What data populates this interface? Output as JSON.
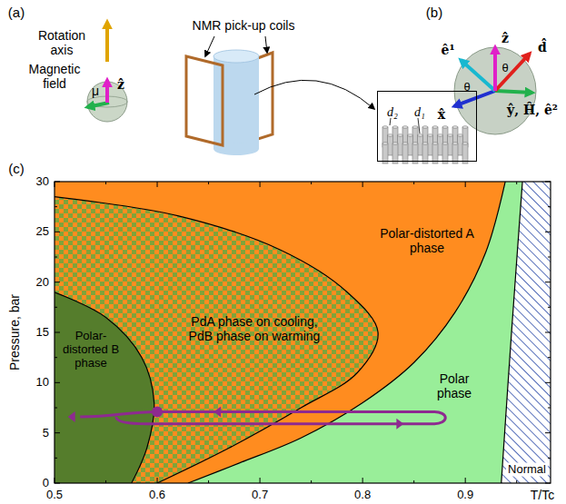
{
  "diagram": {
    "nodes": [
      {
        "text": [
          "d₂",
          "d₁"
        ]
      }
    ],
    "labels": [
      "(a)",
      "Rotation axis",
      "Magnetic field",
      "μ",
      "ẑ",
      "NMR pick-up coils",
      "(b)",
      "ẑ",
      "d̂",
      "θ",
      "ê¹",
      "θ",
      "x̂",
      "ŷ, Ĥ, ê²",
      "(c)",
      "Polar-distorted A phase",
      "PdA phase on cooling, PdB phase on warming",
      "Polar-distorted B phase",
      "Polar phase",
      "Normal",
      "Pressure, bar",
      "T/Tc",
      "0",
      "5",
      "10",
      "15",
      "20",
      "25",
      "30",
      "0.5",
      "0.6",
      "0.7",
      "0.8",
      "0.9"
    ]
  }
}
